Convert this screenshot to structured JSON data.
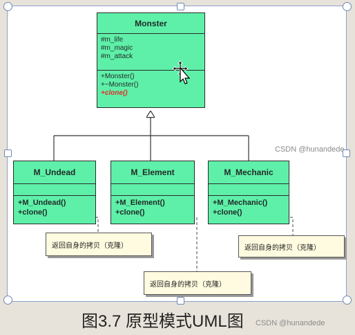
{
  "diagram": {
    "monster": {
      "name": "Monster",
      "attributes": [
        "#m_life",
        "#m_magic",
        "#m_attack"
      ],
      "operations": [
        "+Monster()",
        "+~Monster()"
      ],
      "abstract_operation": "+clone()"
    },
    "subclasses": [
      {
        "name": "M_Undead",
        "operations": [
          "+M_Undead()",
          "+clone()"
        ]
      },
      {
        "name": "M_Element",
        "operations": [
          "+M_Element()",
          "+clone()"
        ]
      },
      {
        "name": "M_Mechanic",
        "operations": [
          "+M_Mechanic()",
          "+clone()"
        ]
      }
    ],
    "notes": [
      "返回自身的拷贝（克隆）",
      "返回自身的拷贝（克隆）",
      "返回自身的拷贝（克隆）"
    ]
  },
  "caption": "图3.7  原型模式UML图",
  "watermarks": [
    "CSDN @hunandede",
    "CSDN @hunandede"
  ],
  "colors": {
    "class_fill": "#5ef0a8",
    "note_fill": "#fffbe0",
    "abstract_text": "#e0302a"
  }
}
